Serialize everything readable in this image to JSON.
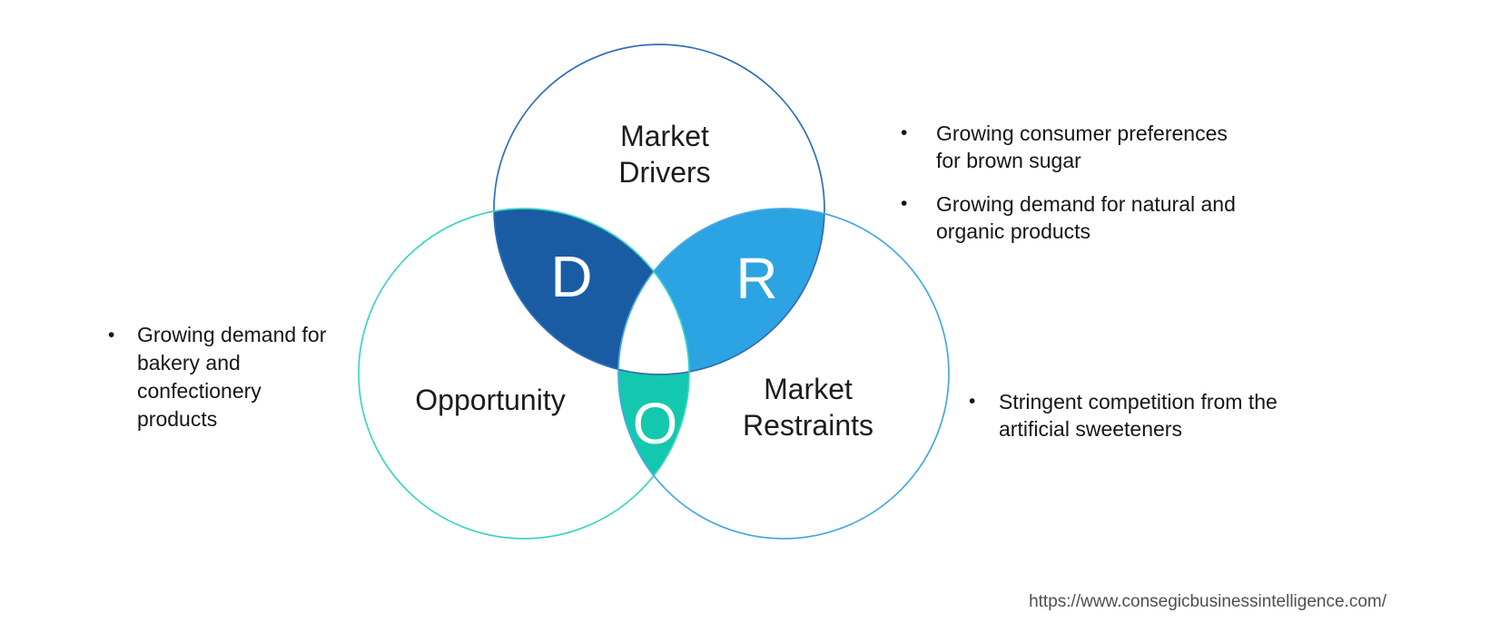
{
  "source": {
    "url": "https://www.consegicbusinessintelligence.com/"
  },
  "venn": {
    "circles": [
      {
        "name": "drivers",
        "label": "Market\nDrivers",
        "stroke": "#2F6EB6"
      },
      {
        "name": "opportunity",
        "label": "Opportunity",
        "stroke": "#3CD5C3"
      },
      {
        "name": "restraints",
        "label": "Market\nRestraints",
        "stroke": "#44A9E6"
      }
    ],
    "letters": [
      {
        "char": "D",
        "region": "drivers-opportunity",
        "fill": "#1A5CA4"
      },
      {
        "char": "R",
        "region": "drivers-restraints",
        "fill": "#2CA3E3"
      },
      {
        "char": "O",
        "region": "opportunity-restraints",
        "fill": "#14C8AF"
      }
    ]
  },
  "annotations": {
    "bullet_char": "•",
    "drivers": [
      "Growing consumer preferences\nfor brown sugar",
      "Growing demand for natural and\norganic products"
    ],
    "opportunity": [
      "Growing demand for\nbakery and\nconfectionery\nproducts"
    ],
    "restraints": [
      "Stringent competition from the\nartificial sweeteners"
    ]
  }
}
